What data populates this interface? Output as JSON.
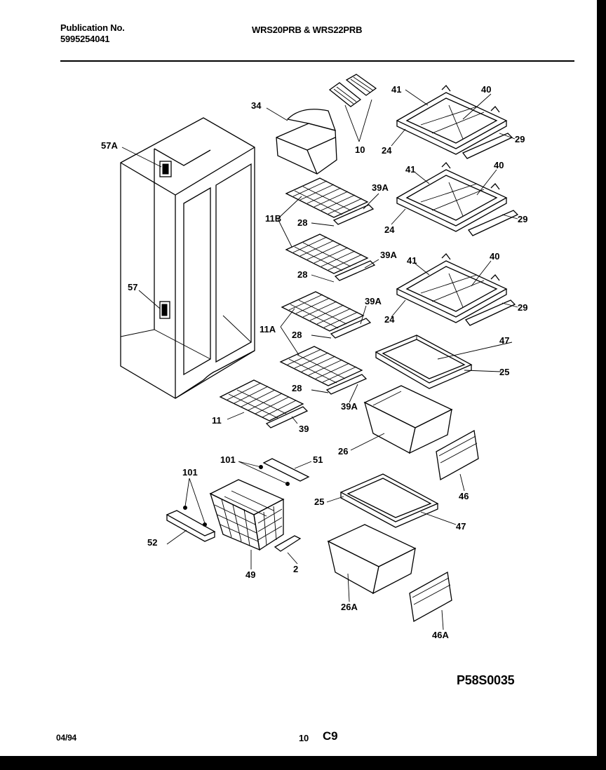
{
  "header": {
    "publication_label": "Publication No.",
    "publication_number": "5995254041",
    "models": "WRS20PRB & WRS22PRB"
  },
  "diagram": {
    "code": "P58S0035",
    "part_callouts": [
      "57A",
      "34",
      "10",
      "41",
      "40",
      "24",
      "29",
      "39A",
      "11B",
      "28",
      "41",
      "40",
      "24",
      "29",
      "39A",
      "28",
      "57",
      "41",
      "40",
      "39A",
      "24",
      "29",
      "11A",
      "28",
      "47",
      "25",
      "28",
      "39A",
      "11",
      "39",
      "26",
      "101",
      "51",
      "46",
      "101",
      "25",
      "47",
      "52",
      "49",
      "2",
      "26A",
      "46A"
    ]
  },
  "footer": {
    "date": "04/94",
    "page_number": "10",
    "section": "C9"
  }
}
